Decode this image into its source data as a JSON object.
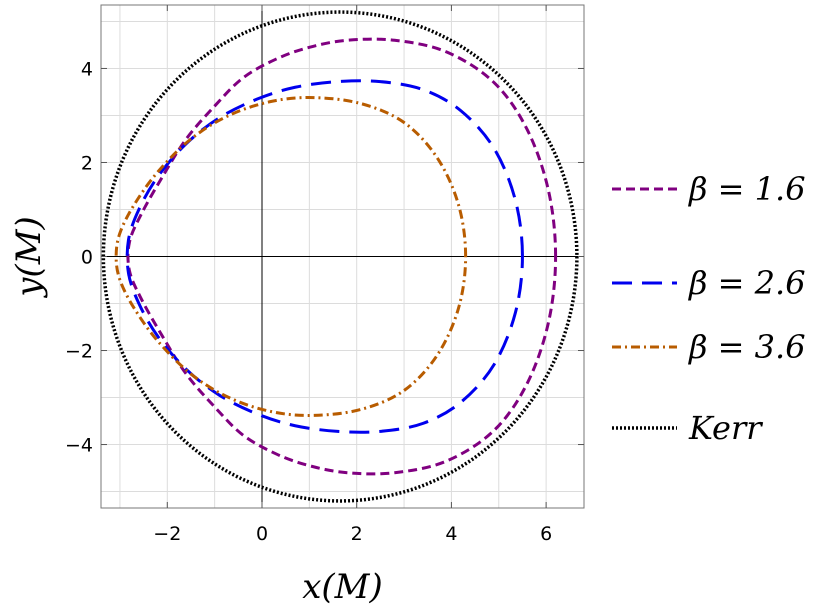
{
  "chart_data": {
    "type": "line",
    "title": "",
    "xlabel": "x(M)",
    "ylabel": "y(M)",
    "xlim": [
      -3.4,
      6.8
    ],
    "ylim": [
      -5.35,
      5.35
    ],
    "xticks": [
      -2,
      0,
      2,
      4,
      6
    ],
    "yticks": [
      -4,
      -2,
      0,
      2,
      4
    ],
    "xtick_labels": [
      "−2",
      "0",
      "2",
      "4",
      "6"
    ],
    "ytick_labels": [
      "−4",
      "−2",
      "0",
      "2",
      "4"
    ],
    "grid": true,
    "legend_position": "right",
    "series": [
      {
        "name": "β = 1.6",
        "color": "#800080",
        "dash": "dashed",
        "points": [
          [
            6.2,
            0
          ],
          [
            6.05,
            1.4
          ],
          [
            5.6,
            2.7
          ],
          [
            4.9,
            3.7
          ],
          [
            3.9,
            4.35
          ],
          [
            2.8,
            4.6
          ],
          [
            1.8,
            4.6
          ],
          [
            1.0,
            4.45
          ],
          [
            0.3,
            4.2
          ],
          [
            -0.4,
            3.8
          ],
          [
            -1.0,
            3.2
          ],
          [
            -1.6,
            2.5
          ],
          [
            -2.1,
            1.7
          ],
          [
            -2.55,
            0.9
          ],
          [
            -2.8,
            0.3
          ],
          [
            -2.8,
            -0.3
          ],
          [
            -2.55,
            -0.9
          ],
          [
            -2.1,
            -1.7
          ],
          [
            -1.6,
            -2.5
          ],
          [
            -1.0,
            -3.2
          ],
          [
            -0.4,
            -3.8
          ],
          [
            0.3,
            -4.2
          ],
          [
            1.0,
            -4.45
          ],
          [
            1.8,
            -4.6
          ],
          [
            2.8,
            -4.6
          ],
          [
            3.9,
            -4.35
          ],
          [
            4.9,
            -3.7
          ],
          [
            5.6,
            -2.7
          ],
          [
            6.05,
            -1.4
          ],
          [
            6.2,
            0
          ]
        ]
      },
      {
        "name": "β = 2.6",
        "color": "#0000ee",
        "dash": "long-dashed",
        "points": [
          [
            5.5,
            0
          ],
          [
            5.35,
            1.2
          ],
          [
            4.9,
            2.3
          ],
          [
            4.2,
            3.1
          ],
          [
            3.4,
            3.55
          ],
          [
            2.5,
            3.72
          ],
          [
            1.6,
            3.72
          ],
          [
            0.7,
            3.6
          ],
          [
            -0.1,
            3.35
          ],
          [
            -0.9,
            2.95
          ],
          [
            -1.6,
            2.4
          ],
          [
            -2.2,
            1.7
          ],
          [
            -2.6,
            1.0
          ],
          [
            -2.82,
            0.35
          ],
          [
            -2.82,
            -0.35
          ],
          [
            -2.6,
            -1.0
          ],
          [
            -2.2,
            -1.7
          ],
          [
            -1.6,
            -2.4
          ],
          [
            -0.9,
            -2.95
          ],
          [
            -0.1,
            -3.35
          ],
          [
            0.7,
            -3.6
          ],
          [
            1.6,
            -3.72
          ],
          [
            2.5,
            -3.72
          ],
          [
            3.4,
            -3.55
          ],
          [
            4.2,
            -3.1
          ],
          [
            4.9,
            -2.3
          ],
          [
            5.35,
            -1.2
          ],
          [
            5.5,
            0
          ]
        ]
      },
      {
        "name": "β = 3.6",
        "color": "#b85c00",
        "dash": "dot-dashed",
        "points": [
          [
            4.3,
            0
          ],
          [
            4.15,
            1.1
          ],
          [
            3.7,
            2.1
          ],
          [
            3.0,
            2.85
          ],
          [
            2.1,
            3.25
          ],
          [
            1.1,
            3.38
          ],
          [
            0.2,
            3.3
          ],
          [
            -0.7,
            3.0
          ],
          [
            -1.5,
            2.5
          ],
          [
            -2.2,
            1.8
          ],
          [
            -2.7,
            1.1
          ],
          [
            -3.0,
            0.5
          ],
          [
            -3.08,
            0
          ],
          [
            -3.0,
            -0.5
          ],
          [
            -2.7,
            -1.1
          ],
          [
            -2.2,
            -1.8
          ],
          [
            -1.5,
            -2.5
          ],
          [
            -0.7,
            -3.0
          ],
          [
            0.2,
            -3.3
          ],
          [
            1.1,
            -3.38
          ],
          [
            2.1,
            -3.25
          ],
          [
            3.0,
            -2.85
          ],
          [
            3.7,
            -2.1
          ],
          [
            4.15,
            -1.1
          ],
          [
            4.3,
            0
          ]
        ]
      },
      {
        "name": "Kerr",
        "color": "#000000",
        "dash": "dotted",
        "center": [
          1.65,
          0
        ],
        "radius_x": 5.0,
        "radius_y": 5.2
      }
    ]
  }
}
